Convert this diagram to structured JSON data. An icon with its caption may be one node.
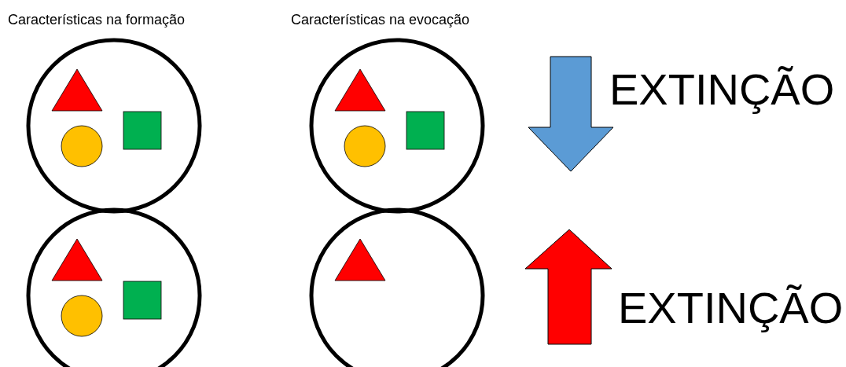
{
  "diagram": {
    "labels": [
      "Características na formação",
      "Características na evocação",
      "EXTINÇÃO",
      "EXTINÇÃO"
    ]
  }
}
